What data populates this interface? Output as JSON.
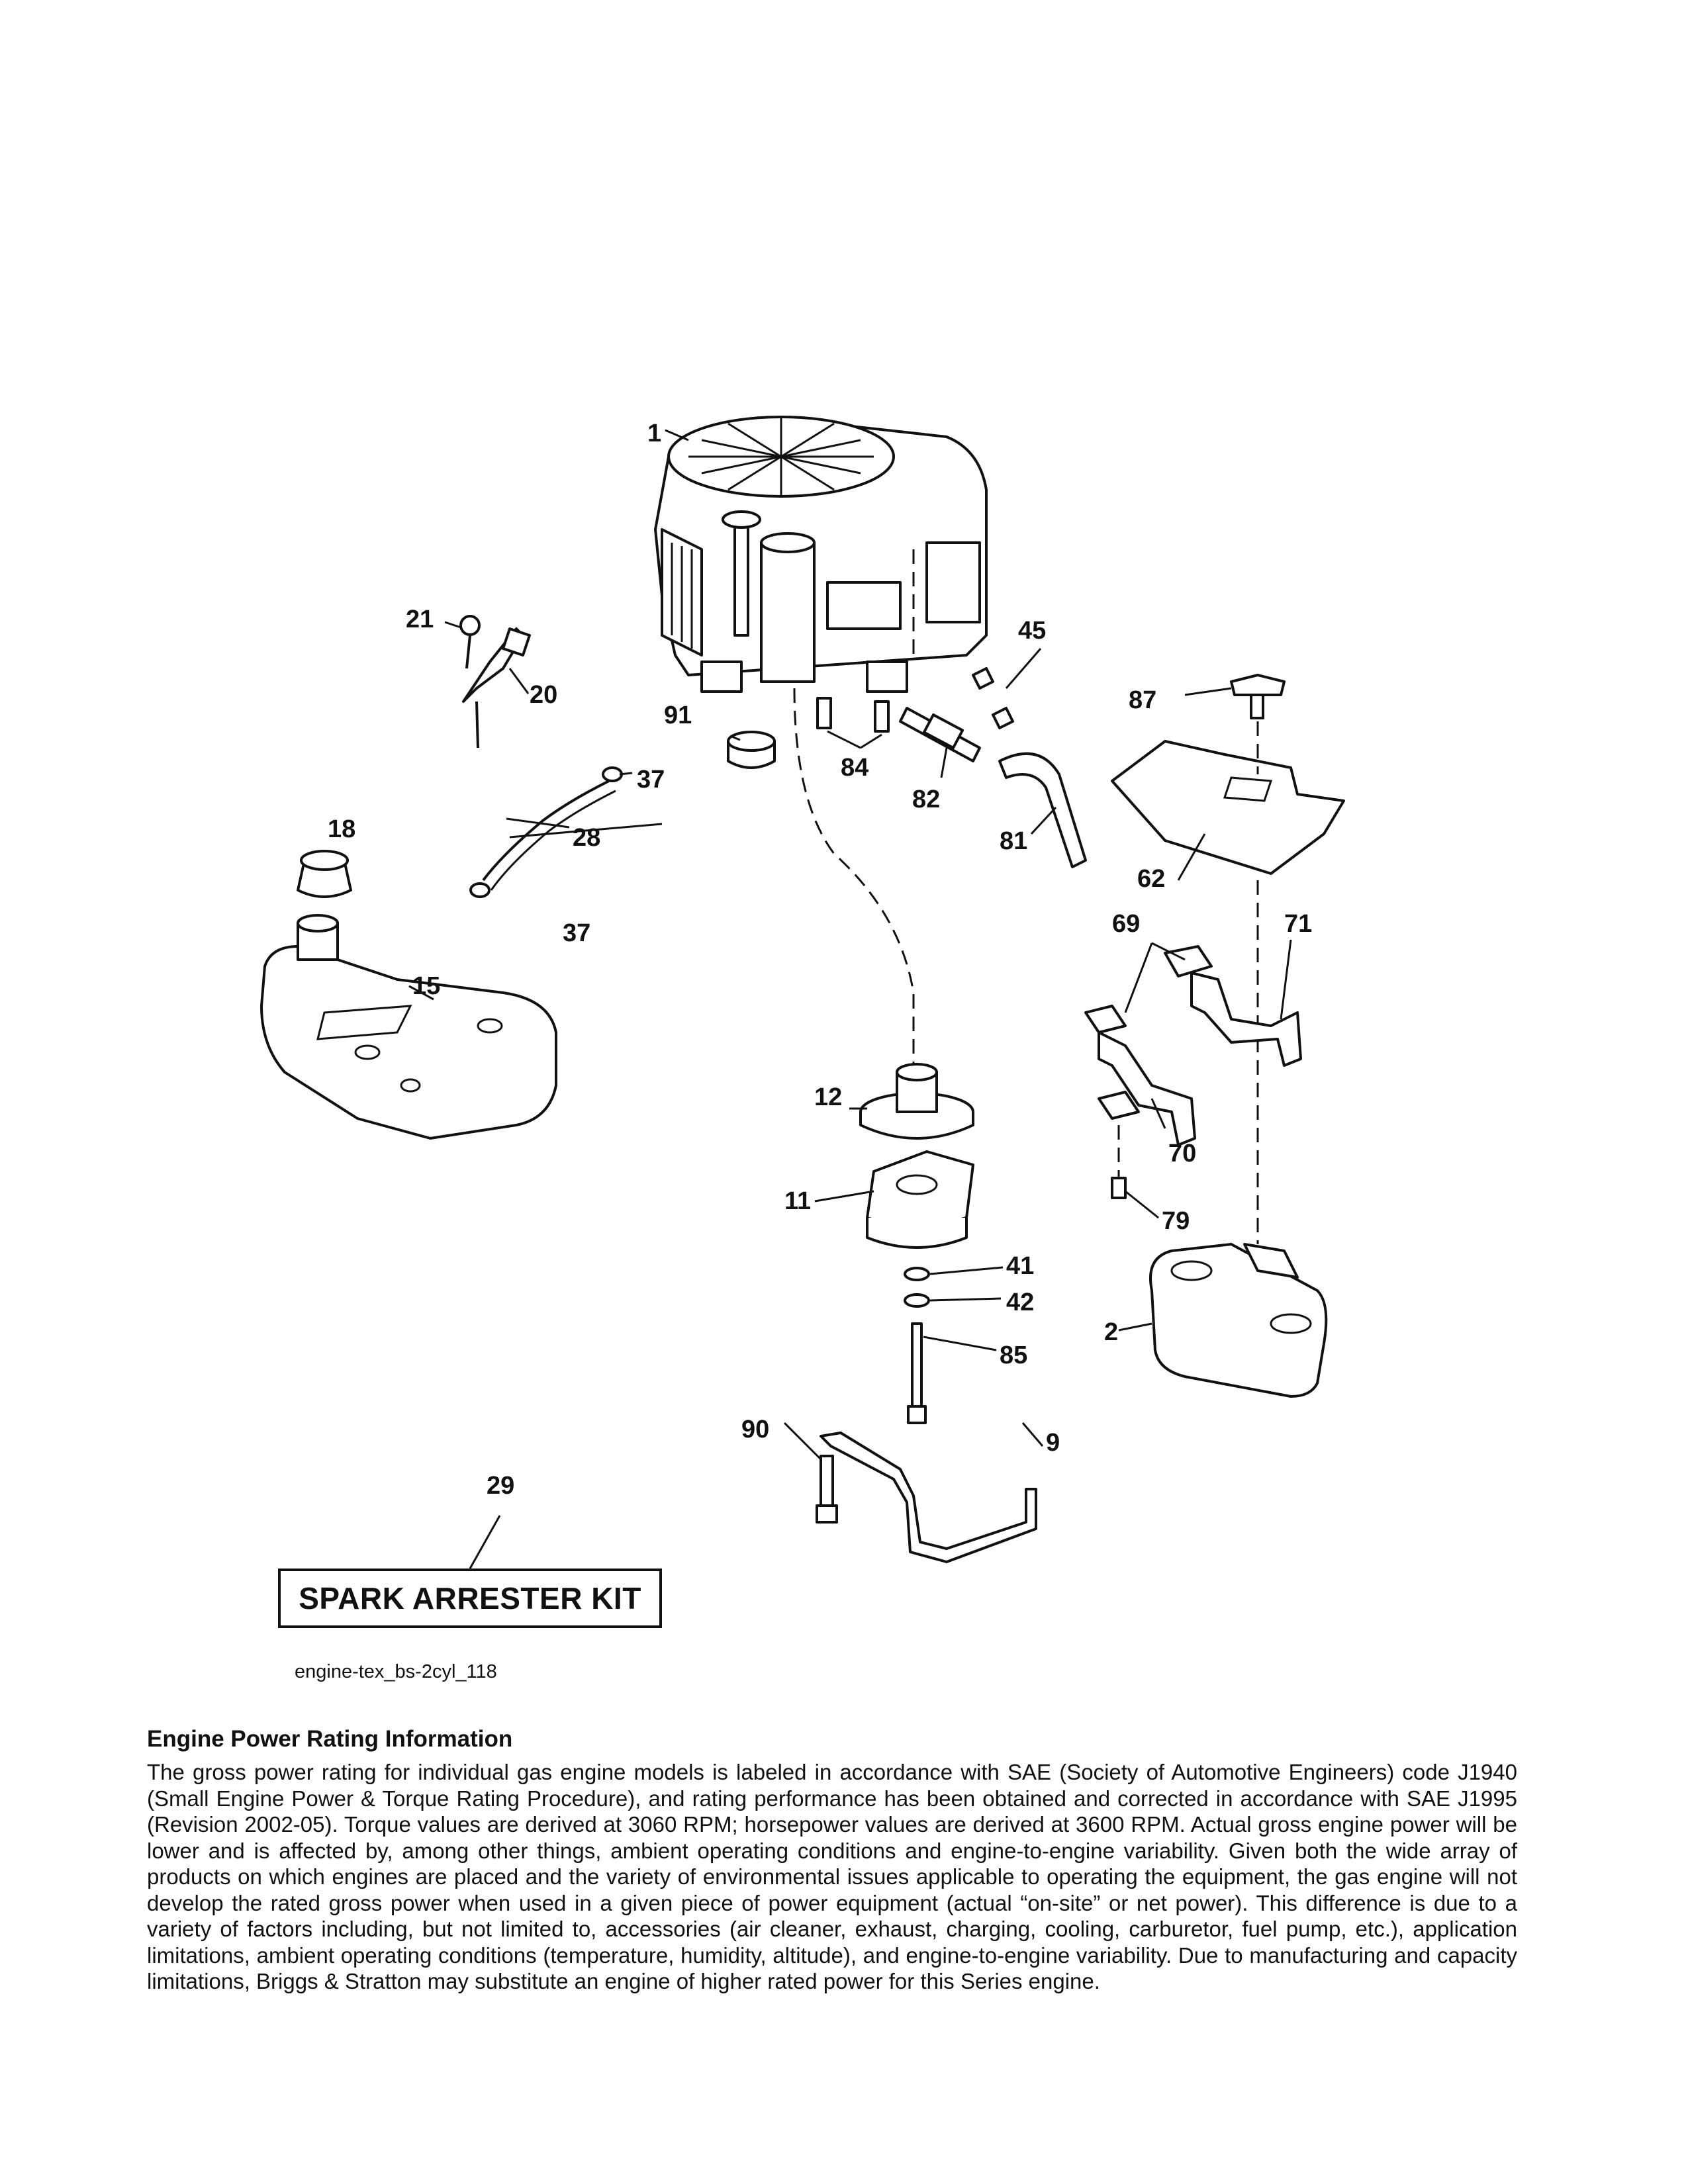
{
  "diagram": {
    "callouts": {
      "c1": "1",
      "c2": "2",
      "c9": "9",
      "c11": "11",
      "c12": "12",
      "c15": "15",
      "c18": "18",
      "c20": "20",
      "c21": "21",
      "c28": "28",
      "c29": "29",
      "c37a": "37",
      "c37b": "37",
      "c41": "41",
      "c42": "42",
      "c45": "45",
      "c62": "62",
      "c69": "69",
      "c70": "70",
      "c71": "71",
      "c79": "79",
      "c81": "81",
      "c82": "82",
      "c84": "84",
      "c85": "85",
      "c87": "87",
      "c90": "90",
      "c91": "91"
    },
    "kit_label": "SPARK ARRESTER KIT",
    "figure_id": "engine-tex_bs-2cyl_118"
  },
  "info": {
    "title": "Engine Power Rating Information",
    "body": "The gross power rating for individual gas engine models is labeled in accordance with SAE (Society of Automotive Engineers) code J1940 (Small Engine Power & Torque Rating Procedure), and rating performance has been obtained and corrected in accordance with SAE J1995 (Revision 2002-05). Torque values are derived at 3060 RPM; horsepower values are derived at 3600 RPM. Actual gross engine power will be lower and is affected by, among other things, ambient operating conditions and engine-to-engine variability. Given both the wide array of products on which engines are placed and the variety of environmental issues applicable to operating the equipment, the gas engine will not develop the rated gross power when used in a given piece of power equipment (actual “on-site” or net power). This difference is due to a variety of factors including, but not limited to, accessories (air cleaner, exhaust, charging, cooling, carburetor, fuel pump, etc.), application limitations, ambient operating conditions (temperature, humidity, altitude), and engine-to-engine variability. Due to manufacturing and capacity limitations, Briggs & Stratton may substitute an engine of higher rated power for this Series engine."
  }
}
